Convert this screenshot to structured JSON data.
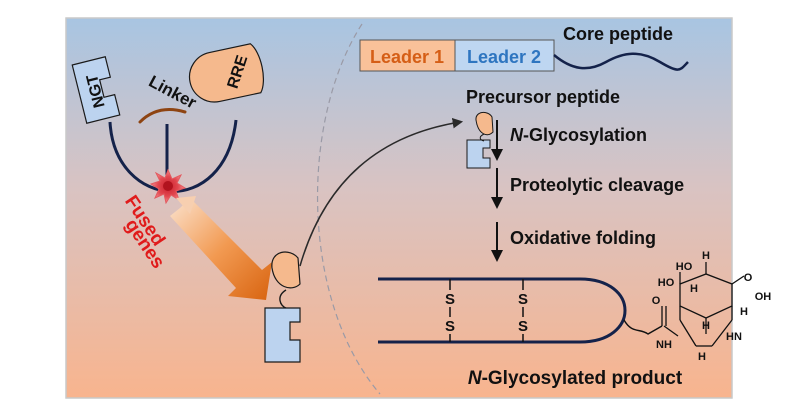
{
  "labels": {
    "ngt": "NGT",
    "linker": "Linker",
    "rre": "RRE",
    "fused_line1": "Fused",
    "fused_line2": "genes",
    "leader1": "Leader 1",
    "leader2": "Leader 2",
    "core_peptide": "Core peptide",
    "precursor_peptide": "Precursor  peptide",
    "step1_italic": "N",
    "step1_rest": "-Glycosylation",
    "step2": "Proteolytic cleavage",
    "step3": "Oxidative folding",
    "product_italic": "N",
    "product_rest": "-Glycosylated product",
    "disulfide_s": "S",
    "chem_ho": "HO",
    "chem_oh": "OH",
    "chem_h": "H",
    "chem_o": "O",
    "chem_nh": "NH",
    "chem_hn": "HN"
  },
  "colors": {
    "background_top": "#a8c5e2",
    "background_bottom": "#f8b48e",
    "protein_blue": "#bcd3ef",
    "protein_orange": "#f5b98d",
    "leader1_fill": "#f9c199",
    "leader1_text": "#d55e16",
    "leader2_fill": "#bed6f1",
    "leader2_text": "#2e75c0",
    "fused_text": "#e01b1b",
    "navy": "#14224a",
    "linker_brown": "#8e4412"
  }
}
